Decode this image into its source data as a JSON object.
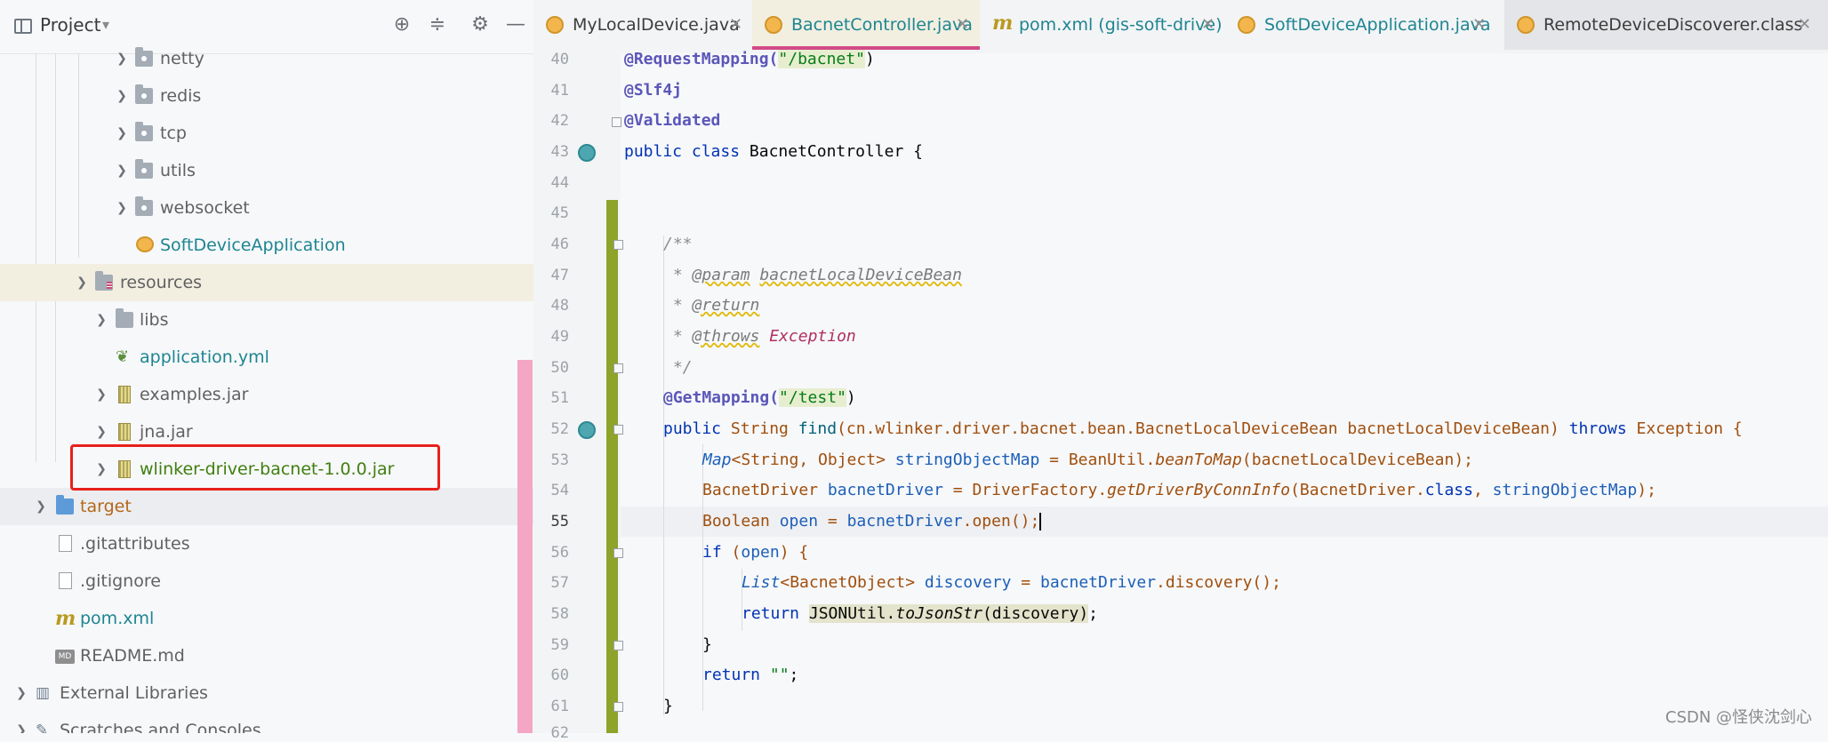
{
  "project_panel": {
    "title": "Project",
    "tree": [
      {
        "label": "netty",
        "kind": "package"
      },
      {
        "label": "redis",
        "kind": "package"
      },
      {
        "label": "tcp",
        "kind": "package"
      },
      {
        "label": "utils",
        "kind": "package"
      },
      {
        "label": "websocket",
        "kind": "package"
      },
      {
        "label": "SoftDeviceApplication",
        "kind": "class"
      },
      {
        "label": "resources",
        "kind": "resources-folder"
      },
      {
        "label": "libs",
        "kind": "folder"
      },
      {
        "label": "application.yml",
        "kind": "yaml"
      },
      {
        "label": "examples.jar",
        "kind": "jar"
      },
      {
        "label": "jna.jar",
        "kind": "jar"
      },
      {
        "label": "wlinker-driver-bacnet-1.0.0.jar",
        "kind": "jar"
      },
      {
        "label": "target",
        "kind": "folder"
      },
      {
        "label": ".gitattributes",
        "kind": "file"
      },
      {
        "label": ".gitignore",
        "kind": "file"
      },
      {
        "label": "pom.xml",
        "kind": "maven"
      },
      {
        "label": "README.md",
        "kind": "markdown"
      },
      {
        "label": "External Libraries",
        "kind": "libraries"
      },
      {
        "label": "Scratches and Consoles",
        "kind": "scratches"
      }
    ]
  },
  "tabs": [
    {
      "label": "MyLocalDevice.java",
      "icon": "java-class-icon"
    },
    {
      "label": "BacnetController.java",
      "icon": "java-class-icon",
      "active": true
    },
    {
      "label": "pom.xml (gis-soft-drive)",
      "icon": "maven-icon"
    },
    {
      "label": "SoftDeviceApplication.java",
      "icon": "java-class-icon"
    },
    {
      "label": "RemoteDeviceDiscoverer.class",
      "icon": "java-class-icon"
    }
  ],
  "editor": {
    "line_numbers": [
      "40",
      "41",
      "42",
      "43",
      "44",
      "45",
      "46",
      "47",
      "48",
      "49",
      "50",
      "51",
      "52",
      "53",
      "54",
      "55",
      "56",
      "57",
      "58",
      "59",
      "60",
      "61",
      "62"
    ],
    "current_line": "55",
    "code": {
      "l40_ann": "@RequestMapping(",
      "l40_str": "\"/bacnet\"",
      "l40_end": ")",
      "l41": "@Slf4j",
      "l42": "@Validated",
      "l43_kw": "public class ",
      "l43_rest": "BacnetController {",
      "l46": "/**",
      "l47_pre": " * ",
      "l47_tag": "@param",
      "l47_name": "bacnetLocalDeviceBean",
      "l48_pre": " * ",
      "l48_tag": "@return",
      "l49_pre": " * ",
      "l49_tag": "@throws",
      "l49_exc": "Exception",
      "l50": " */",
      "l51_ann": "@GetMapping(",
      "l51_str": "\"/test\"",
      "l51_end": ")",
      "l52_kw1": "public ",
      "l52_type": "String ",
      "l52_meth": "find",
      "l52_args": "(cn.wlinker.driver.bacnet.bean.BacnetLocalDeviceBean bacnetLocalDeviceBean) ",
      "l52_kw2": "throws ",
      "l52_exc": "Exception {",
      "l53_t1": "Map",
      "l53_g": "<String, Object> ",
      "l53_var": "stringObjectMap",
      "l53_eq": " = BeanUtil.",
      "l53_m": "beanToMap",
      "l53_arg": "(bacnetLocalDeviceBean);",
      "l54_t": "BacnetDriver ",
      "l54_var": "bacnetDriver",
      "l54_eq": " = DriverFactory.",
      "l54_m": "getDriverByConnInfo",
      "l54_a1": "(BacnetDriver.",
      "l54_kw": "class",
      "l54_a2": ", ",
      "l54_var2": "stringObjectMap",
      "l54_end": ");",
      "l55_t": "Boolean ",
      "l55_var": "open",
      "l55_eq": " = ",
      "l55_var2": "bacnetDriver",
      "l55_dot": ".",
      "l55_m": "open",
      "l55_end": "();",
      "l56_kw": "if ",
      "l56_p": "(",
      "l56_var": "open",
      "l56_end": ") {",
      "l57_t": "List",
      "l57_g": "<BacnetObject> ",
      "l57_var": "discovery",
      "l57_eq": " = ",
      "l57_var2": "bacnetDriver",
      "l57_dot": ".",
      "l57_m": "discovery",
      "l57_end": "();",
      "l58_kw": "return ",
      "l58_cls": "JSONUtil.",
      "l58_m": "toJsonStr",
      "l58_arg": "(discovery)",
      "l58_end": ";",
      "l59": "}",
      "l60_kw": "return ",
      "l60_str": "\"\"",
      "l60_end": ";",
      "l61": "}"
    }
  },
  "watermark": "CSDN @怪侠沈剑心"
}
